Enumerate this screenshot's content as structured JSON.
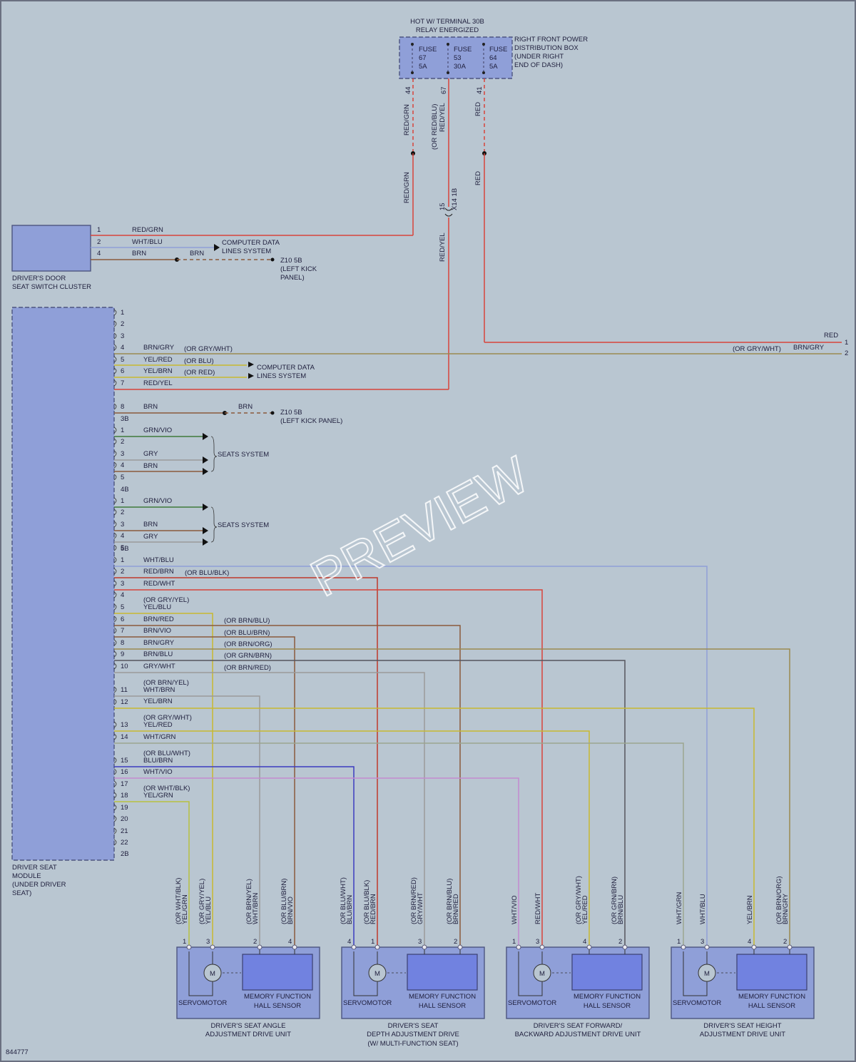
{
  "fuse_header": {
    "line1": "HOT W/ TERMINAL 30B",
    "line2": "RELAY ENERGIZED",
    "box_l1": "RIGHT FRONT POWER",
    "box_l2": "DISTRIBUTION BOX",
    "box_l3": "(UNDER RIGHT",
    "box_l4": "END OF DASH)"
  },
  "fuses": [
    {
      "label": "FUSE",
      "num": "67",
      "amp": "5A",
      "pin": "44"
    },
    {
      "label": "FUSE",
      "num": "53",
      "amp": "30A",
      "pin": "67"
    },
    {
      "label": "FUSE",
      "num": "64",
      "amp": "5A",
      "pin": "41"
    }
  ],
  "vertical_wires": {
    "a_top": "RED/GRN",
    "b_top1": "(OR RED/BLU)",
    "b_top2": "RED/YEL",
    "c_top": "RED",
    "a_bot": "RED/GRN",
    "conn_num": "15",
    "conn_name": "X14 1B",
    "b_bot": "RED/YEL",
    "c_bot": "RED"
  },
  "door_cluster": {
    "name1": "DRIVER'S DOOR",
    "name2": "SEAT SWITCH CLUSTER",
    "pins": [
      "1",
      "2",
      "4"
    ],
    "w1": "RED/GRN",
    "w2": "WHT/BLU",
    "w4": "BRN",
    "w4b": "BRN",
    "cdl1": "COMPUTER DATA",
    "cdl2": "LINES SYSTEM",
    "gnd1": "Z10 5B",
    "gnd2": "(LEFT KICK",
    "gnd3": "PANEL)"
  },
  "module": {
    "name1": "DRIVER SEAT",
    "name2": "MODULE",
    "name3": "(UNDER DRIVER",
    "name4": "SEAT)",
    "conn3b": "3B",
    "conn4b": "4B",
    "conn5b": "5B",
    "conn2b": "2B",
    "c3_pins": [
      "1",
      "2",
      "3",
      "4",
      "5",
      "6",
      "7",
      "8"
    ],
    "c3_wires": {
      "p4": "BRN/GRY",
      "p4alt": "(OR GRY/WHT)",
      "p5": "YEL/RED",
      "p5alt": "(OR BLU)",
      "p6": "YEL/BRN",
      "p6alt": "(OR RED)",
      "p7": "RED/YEL",
      "p8": "BRN",
      "p8b": "BRN"
    },
    "cdl1": "COMPUTER DATA",
    "cdl2": "LINES SYSTEM",
    "gnd1": "Z10 5B",
    "gnd2": "(LEFT KICK PANEL)",
    "c4_pins": [
      "1",
      "2",
      "3",
      "4",
      "5"
    ],
    "c4_wires": {
      "p1": "GRN/VIO",
      "p3": "GRY",
      "p4": "BRN"
    },
    "c5_pins": [
      "1",
      "2",
      "3",
      "4",
      "5"
    ],
    "c5_wires": {
      "p1": "GRN/VIO",
      "p3": "BRN",
      "p4": "GRY"
    },
    "seats1": "SEATS SYSTEM",
    "seats2": "SEATS SYSTEM",
    "c2_pins": [
      "1",
      "2",
      "3",
      "4",
      "5",
      "6",
      "7",
      "8",
      "9",
      "10",
      "11",
      "12",
      "13",
      "14",
      "15",
      "16",
      "17",
      "18",
      "19",
      "20",
      "21",
      "22"
    ],
    "c2_wires": {
      "p1": "WHT/BLU",
      "p2": "RED/BRN",
      "p2alt": "(OR BLU/BLK)",
      "p3": "RED/WHT",
      "p5alt": "(OR GRY/YEL)",
      "p5": "YEL/BLU",
      "p6": "BRN/RED",
      "p6alt": "(OR BRN/BLU)",
      "p7": "BRN/VIO",
      "p7alt": "(OR BLU/BRN)",
      "p8": "BRN/GRY",
      "p8alt": "(OR BRN/ORG)",
      "p9": "BRN/BLU",
      "p9alt": "(OR GRN/BRN)",
      "p10": "GRY/WHT",
      "p10alt": "(OR BRN/RED)",
      "p11alt": "(OR BRN/YEL)",
      "p11": "WHT/BRN",
      "p12": "YEL/BRN",
      "p13alt": "(OR GRY/WHT)",
      "p13": "YEL/RED",
      "p14": "WHT/GRN",
      "p15alt": "(OR BLU/WHT)",
      "p15": "BLU/BRN",
      "p16": "WHT/VIO",
      "p18alt": "(OR WHT/BLK)",
      "p18": "YEL/GRN"
    }
  },
  "right_ext": {
    "pin1": "1",
    "pin2": "2",
    "w1": "RED",
    "w2": "BRN/GRY",
    "w2alt": "(OR GRY/WHT)"
  },
  "drive_units": [
    {
      "name1": "DRIVER'S SEAT ANGLE",
      "name2": "ADJUSTMENT DRIVE UNIT",
      "name3": "",
      "servo": "SERVOMOTOR",
      "hall1": "MEMORY FUNCTION",
      "hall2": "HALL SENSOR",
      "motor": "M",
      "pins": [
        "1",
        "3",
        "2",
        "4"
      ],
      "w": [
        [
          "(OR WHT/BLK)",
          "YEL/GRN"
        ],
        [
          "(OR GRY/YEL)",
          "YEL/BLU"
        ],
        [
          "(OR BRN/YEL)",
          "WHT/BRN"
        ],
        [
          "(OR BLU/BRN)",
          "BRN/VIO"
        ]
      ]
    },
    {
      "name1": "DRIVER'S SEAT",
      "name2": "DEPTH ADJUSTMENT DRIVE",
      "name3": "(W/ MULTI-FUNCTION SEAT)",
      "servo": "SERVOMOTOR",
      "hall1": "MEMORY FUNCTION",
      "hall2": "HALL SENSOR",
      "motor": "M",
      "pins": [
        "4",
        "1",
        "3",
        "2"
      ],
      "w": [
        [
          "(OR BLU/WHT)",
          "BLU/BRN"
        ],
        [
          "(OR BLU/BLK)",
          "RED/BRN"
        ],
        [
          "(OR BRN/RED)",
          "GRY/WHT"
        ],
        [
          "(OR BRN/BLU)",
          "BRN/RED"
        ]
      ]
    },
    {
      "name1": "DRIVER'S SEAT FORWARD/",
      "name2": "BACKWARD ADJUSTMENT DRIVE UNIT",
      "name3": "",
      "servo": "SERVOMOTOR",
      "hall1": "MEMORY FUNCTION",
      "hall2": "HALL SENSOR",
      "motor": "M",
      "pins": [
        "1",
        "3",
        "4",
        "2"
      ],
      "w": [
        [
          "",
          "WHT/VIO"
        ],
        [
          "",
          "RED/WHT"
        ],
        [
          "(OR GRY/WHT)",
          "YEL/RED"
        ],
        [
          "(OR GRN/BRN)",
          "BRN/BLU"
        ]
      ]
    },
    {
      "name1": "DRIVER'S SEAT HEIGHT",
      "name2": "ADJUSTMENT DRIVE UNIT",
      "name3": "",
      "servo": "SERVOMOTOR",
      "hall1": "MEMORY FUNCTION",
      "hall2": "HALL SENSOR",
      "motor": "M",
      "pins": [
        "1",
        "3",
        "4",
        "2"
      ],
      "w": [
        [
          "",
          "WHT/GRN"
        ],
        [
          "",
          "WHT/BLU"
        ],
        [
          "",
          "YEL/BRN"
        ],
        [
          "(OR BRN/ORG)",
          "BRN/GRY"
        ]
      ]
    }
  ],
  "colors": {
    "red": "#d8433a",
    "red_brn": "#c0392b",
    "brown": "#8a5a3c",
    "grn": "#3f7a3a",
    "yellow": "#c8b830",
    "blue": "#3c3cbf",
    "grey": "#9a9a9a",
    "lblue": "#8f9fd8",
    "violet": "#c48ad0",
    "grngrey": "#9ca58f",
    "dgrey": "#55555e",
    "olive": "#9a8a50"
  },
  "watermark": "PREVIEW",
  "ref": "844777"
}
